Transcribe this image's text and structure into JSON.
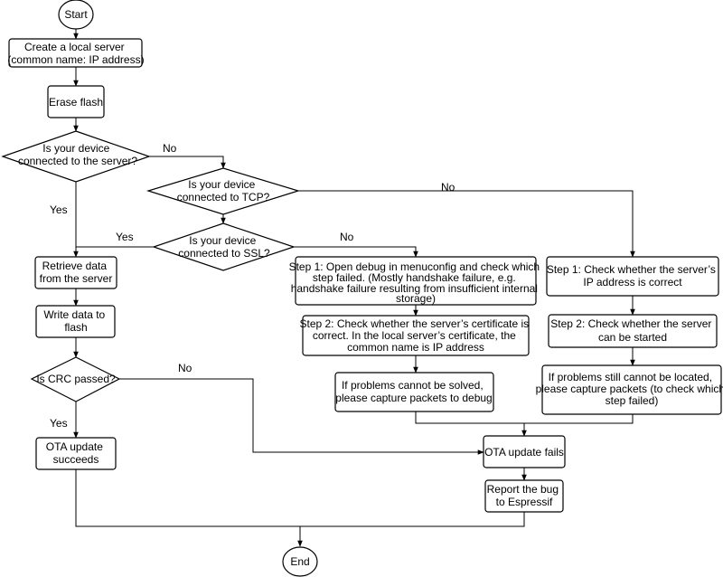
{
  "nodes": {
    "start": {
      "lines": [
        "Start"
      ]
    },
    "create_server": {
      "lines": [
        "Create a local server",
        "(common name: IP address)"
      ]
    },
    "erase_flash": {
      "lines": [
        "Erase flash"
      ]
    },
    "q_server": {
      "lines": [
        "Is your device",
        "connected to the server?"
      ]
    },
    "q_tcp": {
      "lines": [
        "Is your device",
        "connected to TCP?"
      ]
    },
    "q_ssl": {
      "lines": [
        "Is your device",
        "connected to SSL?"
      ]
    },
    "retrieve": {
      "lines": [
        "Retrieve data",
        "from the server"
      ]
    },
    "write": {
      "lines": [
        "Write data to",
        "flash"
      ]
    },
    "q_crc": {
      "lines": [
        "Is CRC passed?"
      ]
    },
    "ota_ok": {
      "lines": [
        "OTA update",
        "succeeds"
      ]
    },
    "ssl_step1": {
      "lines": [
        "Step 1: Open debug in menuconfig and check which",
        "step failed. (Mostly handshake failure, e.g.",
        "handshake failure resulting from insufficient internal",
        "storage)"
      ]
    },
    "ssl_step2": {
      "lines": [
        "Step 2: Check whether the server’s certificate is",
        "correct. In the local server’s certificate, the",
        "common name is IP address"
      ]
    },
    "ssl_capture": {
      "lines": [
        "If problems cannot be solved,",
        "please capture packets to debug"
      ]
    },
    "tcp_step1": {
      "lines": [
        "Step 1: Check whether the server’s",
        "IP address is correct"
      ]
    },
    "tcp_step2": {
      "lines": [
        "Step 2: Check whether the server",
        "can be started"
      ]
    },
    "tcp_capture": {
      "lines": [
        "If problems still cannot be located,",
        "please capture packets (to check which",
        "step failed)"
      ]
    },
    "ota_fail": {
      "lines": [
        "OTA update fails"
      ]
    },
    "report": {
      "lines": [
        "Report the bug",
        "to Espressif"
      ]
    },
    "end": {
      "lines": [
        "End"
      ]
    }
  },
  "edge_labels": {
    "server_no": "No",
    "server_yes": "Yes",
    "tcp_no": "No",
    "ssl_yes": "Yes",
    "ssl_no": "No",
    "crc_no": "No",
    "crc_yes": "Yes"
  }
}
